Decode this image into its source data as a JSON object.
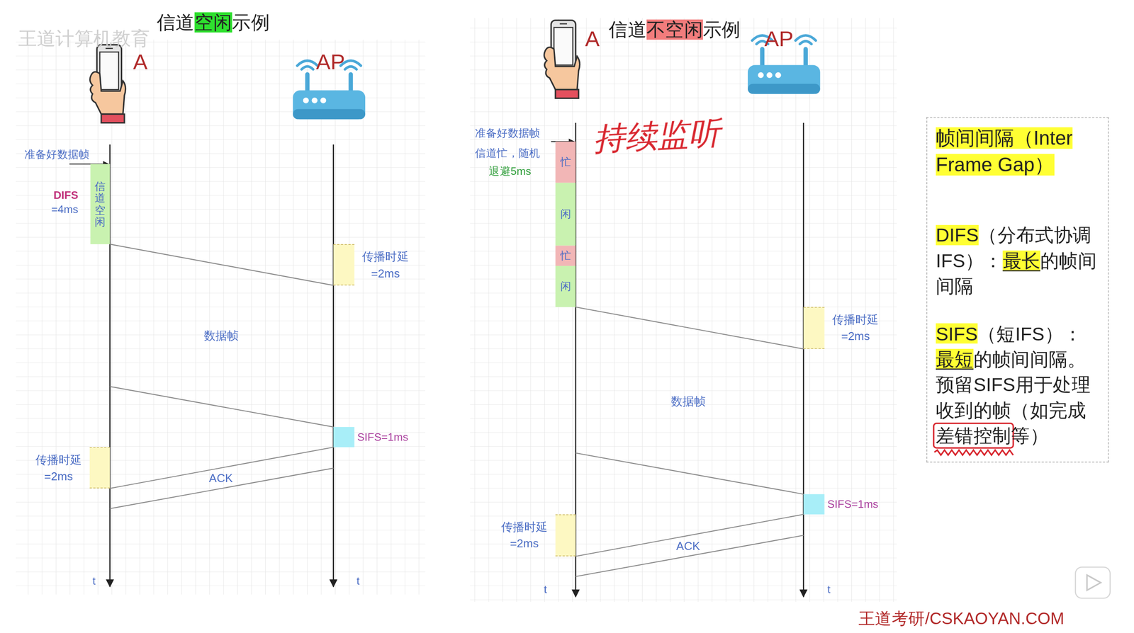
{
  "diagram": {
    "nodes": [
      {
        "text": [
          "信道空闲"
        ]
      },
      {
        "text": [
          "传播时延 =2ms"
        ]
      },
      {
        "text": [
          "SIFS=1ms"
        ]
      },
      {
        "text": [
          "传播时延 =2ms"
        ]
      },
      {
        "text": [
          "忙"
        ]
      },
      {
        "text": [
          "闲"
        ]
      },
      {
        "text": [
          "忙"
        ]
      },
      {
        "text": [
          "闲"
        ]
      },
      {
        "text": [
          "传播时延 =2ms"
        ]
      },
      {
        "text": [
          "SIFS=1ms"
        ]
      },
      {
        "text": [
          "传播时延 =2ms"
        ]
      },
      {
        "text": [
          "帧间间隔（Inter Frame Gap）",
          "DIFS（分布式协调 IFS）：最长的帧间间隔",
          "SIFS（短IFS）：最短的帧间间隔。预留SIFS用于处理收到的帧（如完成差错控制等）"
        ]
      }
    ],
    "labels": [
      "王道计算机教育",
      "信道空闲示例",
      "A",
      "AP",
      "准备好数据帧",
      "DIFS",
      "=4ms",
      "数据帧",
      "ACK",
      "t",
      "t",
      "信道不空闲示例",
      "A",
      "AP",
      "准备好数据帧",
      "信道忙，随机",
      "退避5ms",
      "持续监听",
      "数据帧",
      "ACK",
      "t",
      "t",
      "王道考研/CSKAOYAN.COM"
    ]
  }
}
